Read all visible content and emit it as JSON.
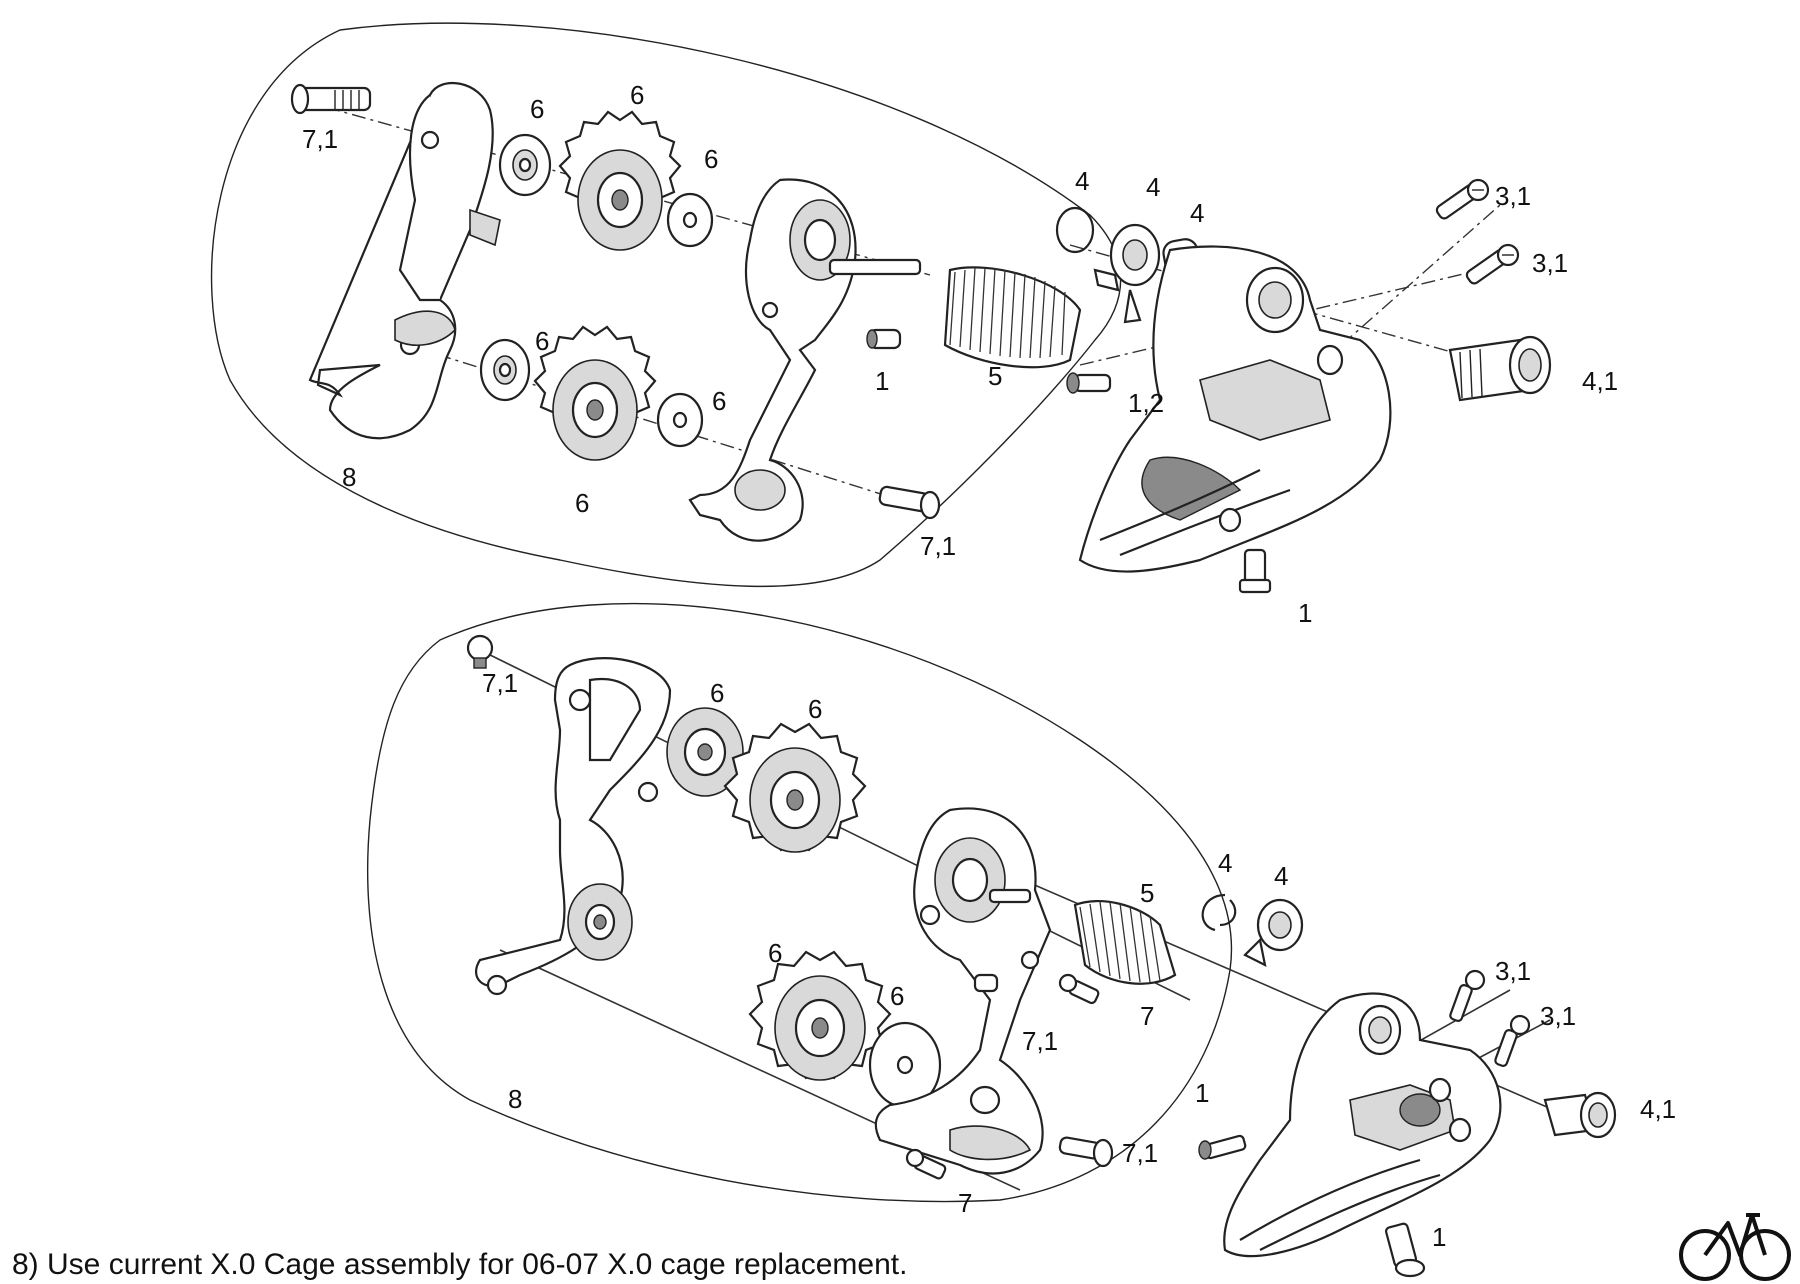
{
  "upper_callouts": [
    {
      "id": "u-7-1-top",
      "text": "7,1"
    },
    {
      "id": "u-6-washer-top",
      "text": "6"
    },
    {
      "id": "u-6-pulley-top",
      "text": "6"
    },
    {
      "id": "u-6-washer-right",
      "text": "6"
    },
    {
      "id": "u-4-ring",
      "text": "4"
    },
    {
      "id": "u-4-bushing",
      "text": "4"
    },
    {
      "id": "u-4-seal",
      "text": "4"
    },
    {
      "id": "u-3-1-upper",
      "text": "3,1"
    },
    {
      "id": "u-3-1-lower",
      "text": "3,1"
    },
    {
      "id": "u-6-pulley-bottom",
      "text": "6"
    },
    {
      "id": "u-1-stop",
      "text": "1"
    },
    {
      "id": "u-5-spring",
      "text": "5"
    },
    {
      "id": "u-1-2-bolt",
      "text": "1,2"
    },
    {
      "id": "u-4-1-adjuster",
      "text": "4,1"
    },
    {
      "id": "u-6-washer-lower",
      "text": "6"
    },
    {
      "id": "u-8-cage",
      "text": "8"
    },
    {
      "id": "u-6-washer-bottom",
      "text": "6"
    },
    {
      "id": "u-7-1-bottom",
      "text": "7,1"
    },
    {
      "id": "u-1-bbolt",
      "text": "1"
    }
  ],
  "lower_callouts": [
    {
      "id": "l-7-1-top",
      "text": "7,1"
    },
    {
      "id": "l-6-washer-top",
      "text": "6"
    },
    {
      "id": "l-6-pulley-top",
      "text": "6"
    },
    {
      "id": "l-4-ring",
      "text": "4"
    },
    {
      "id": "l-4-bushing",
      "text": "4"
    },
    {
      "id": "l-5-spring",
      "text": "5"
    },
    {
      "id": "l-6-pulley-bottom",
      "text": "6"
    },
    {
      "id": "l-6-washer-bottom",
      "text": "6"
    },
    {
      "id": "l-7-screw-mid",
      "text": "7"
    },
    {
      "id": "l-3-1-upper",
      "text": "3,1"
    },
    {
      "id": "l-3-1-lower",
      "text": "3,1"
    },
    {
      "id": "l-7-1-mid",
      "text": "7,1"
    },
    {
      "id": "l-8-cage",
      "text": "8"
    },
    {
      "id": "l-1-side",
      "text": "1"
    },
    {
      "id": "l-4-1-adjuster",
      "text": "4,1"
    },
    {
      "id": "l-7-1-bottom",
      "text": "7,1"
    },
    {
      "id": "l-7-screw-bottom",
      "text": "7"
    },
    {
      "id": "l-1-bbolt",
      "text": "1"
    }
  ],
  "footnote": "8)  Use current X.0 Cage assembly for 06-07 X.0 cage replacement.",
  "logo_icon": "bicycle-logo-icon"
}
